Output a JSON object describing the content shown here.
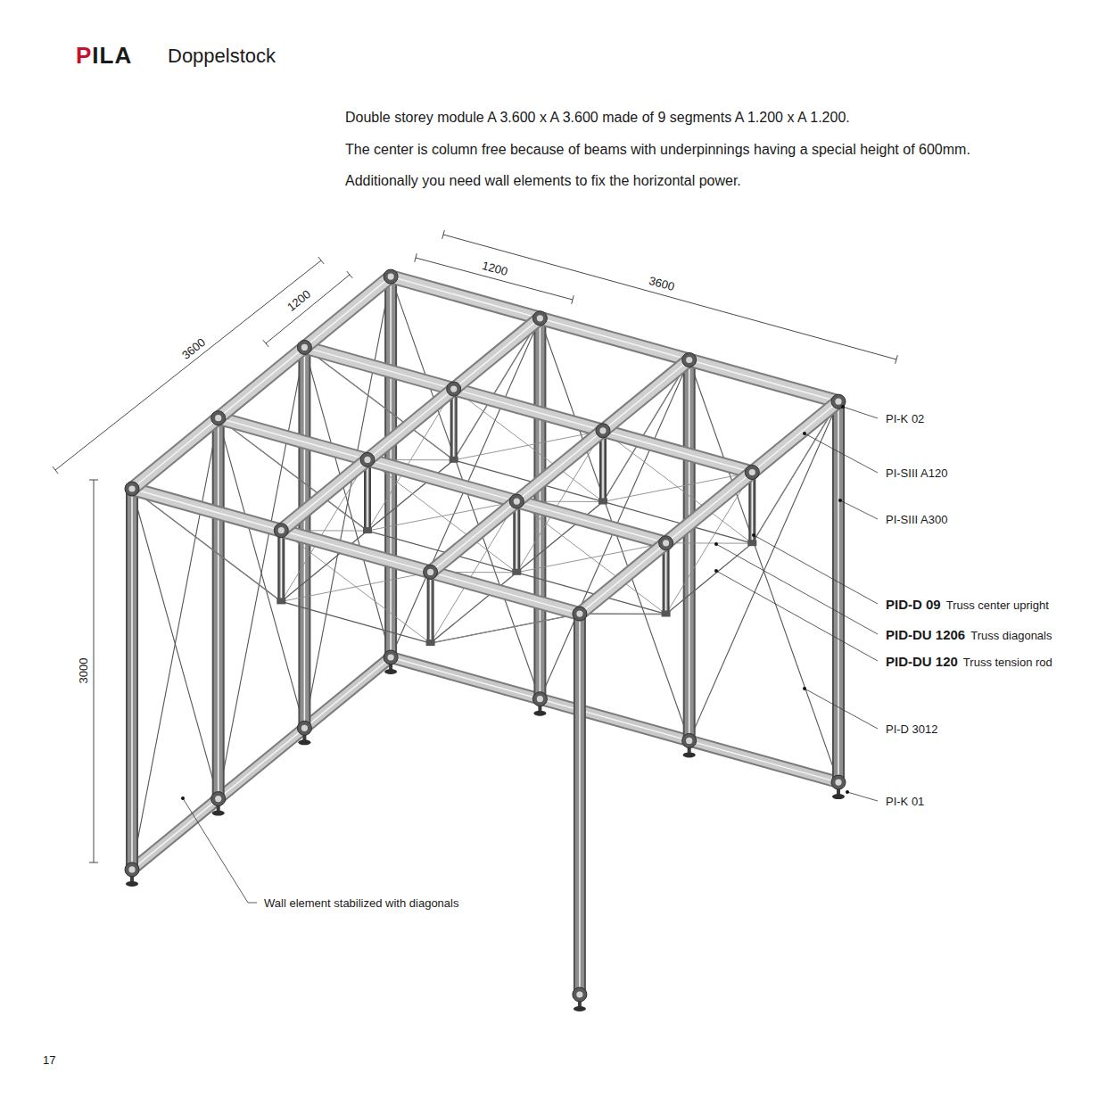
{
  "diagram": {
    "title": "Doppelstock",
    "labels": [
      "PILA",
      "Double storey module A 3.600 x A 3.600 made of 9 segments A 1.200 x A 1.200.",
      "The center is column free because of beams with underpinnings having a special height of 600mm.",
      "Additionally you need wall elements to fix the horizontal power.",
      "1200",
      "3600",
      "3600",
      "1200",
      "3000",
      "PI-K 02",
      "PI-SIII A120",
      "PI-SIII A300",
      "PID-D 09",
      "Truss center upright",
      "PID-DU 1206",
      "Truss diagonals",
      "PID-DU 120",
      "Truss tension rod",
      "PI-D 3012",
      "PI-K 01",
      "Wall element stabilized with diagonals",
      "17"
    ]
  }
}
